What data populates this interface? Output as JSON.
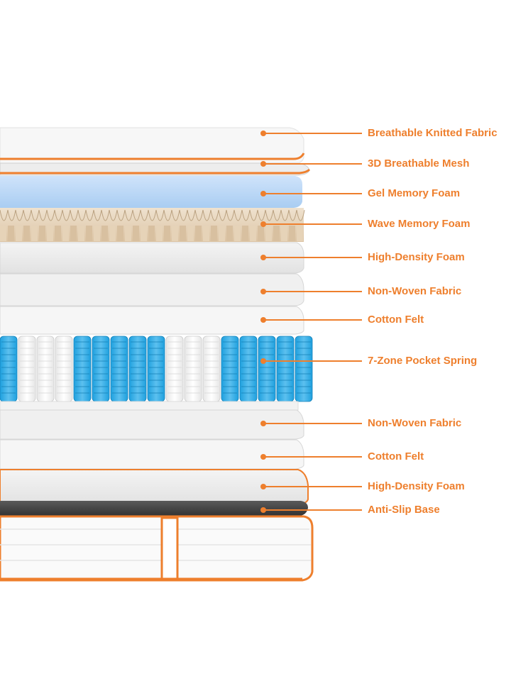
{
  "accent_color": "#ee7f2d",
  "layers": [
    {
      "label": "Breathable Knitted Fabric",
      "kind": "top-fabric"
    },
    {
      "label": "3D Breathable Mesh",
      "kind": "mesh"
    },
    {
      "label": "Gel Memory Foam",
      "kind": "gel-foam"
    },
    {
      "label": "Wave Memory Foam",
      "kind": "wave-foam"
    },
    {
      "label": "High-Density Foam",
      "kind": "foam"
    },
    {
      "label": "Non-Woven Fabric",
      "kind": "fabric"
    },
    {
      "label": "Cotton Felt",
      "kind": "felt"
    },
    {
      "label": "7-Zone Pocket Spring",
      "kind": "springs"
    },
    {
      "label": "Non-Woven Fabric",
      "kind": "fabric"
    },
    {
      "label": "Cotton Felt",
      "kind": "felt"
    },
    {
      "label": "High-Density Foam",
      "kind": "foam"
    },
    {
      "label": "Anti-Slip Base",
      "kind": "base"
    }
  ]
}
